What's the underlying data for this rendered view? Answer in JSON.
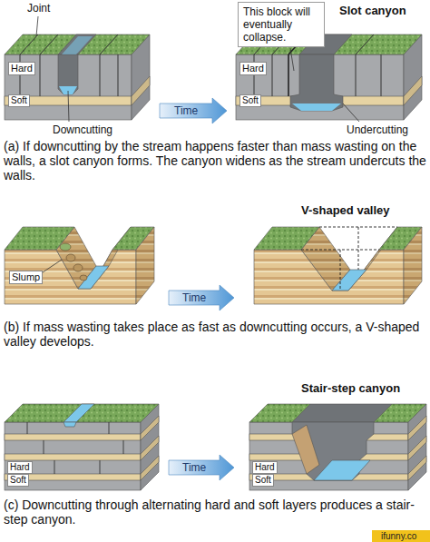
{
  "diagram": {
    "nodes": [
      {
        "text": [
          "This block will eventually collapse."
        ]
      }
    ],
    "labels": [
      "Joint",
      "Slot canyon",
      "Hard",
      "Soft",
      "Time",
      "Hard",
      "Soft",
      "Downcutting",
      "Undercutting",
      "(a) If downcutting by the stream happens faster than mass wasting on the walls, a slot canyon forms. The canyon widens as the stream undercuts the walls.",
      "V-shaped valley",
      "Slump",
      "Time",
      "(b) If mass wasting takes place as fast as downcutting occurs, a V-shaped valley develops.",
      "Stair-step canyon",
      "Time",
      "Hard",
      "Soft",
      "Hard",
      "Soft",
      "(c) Downcutting through alternating hard and soft layers produces a stair-step canyon.",
      "ifunny.co"
    ]
  }
}
